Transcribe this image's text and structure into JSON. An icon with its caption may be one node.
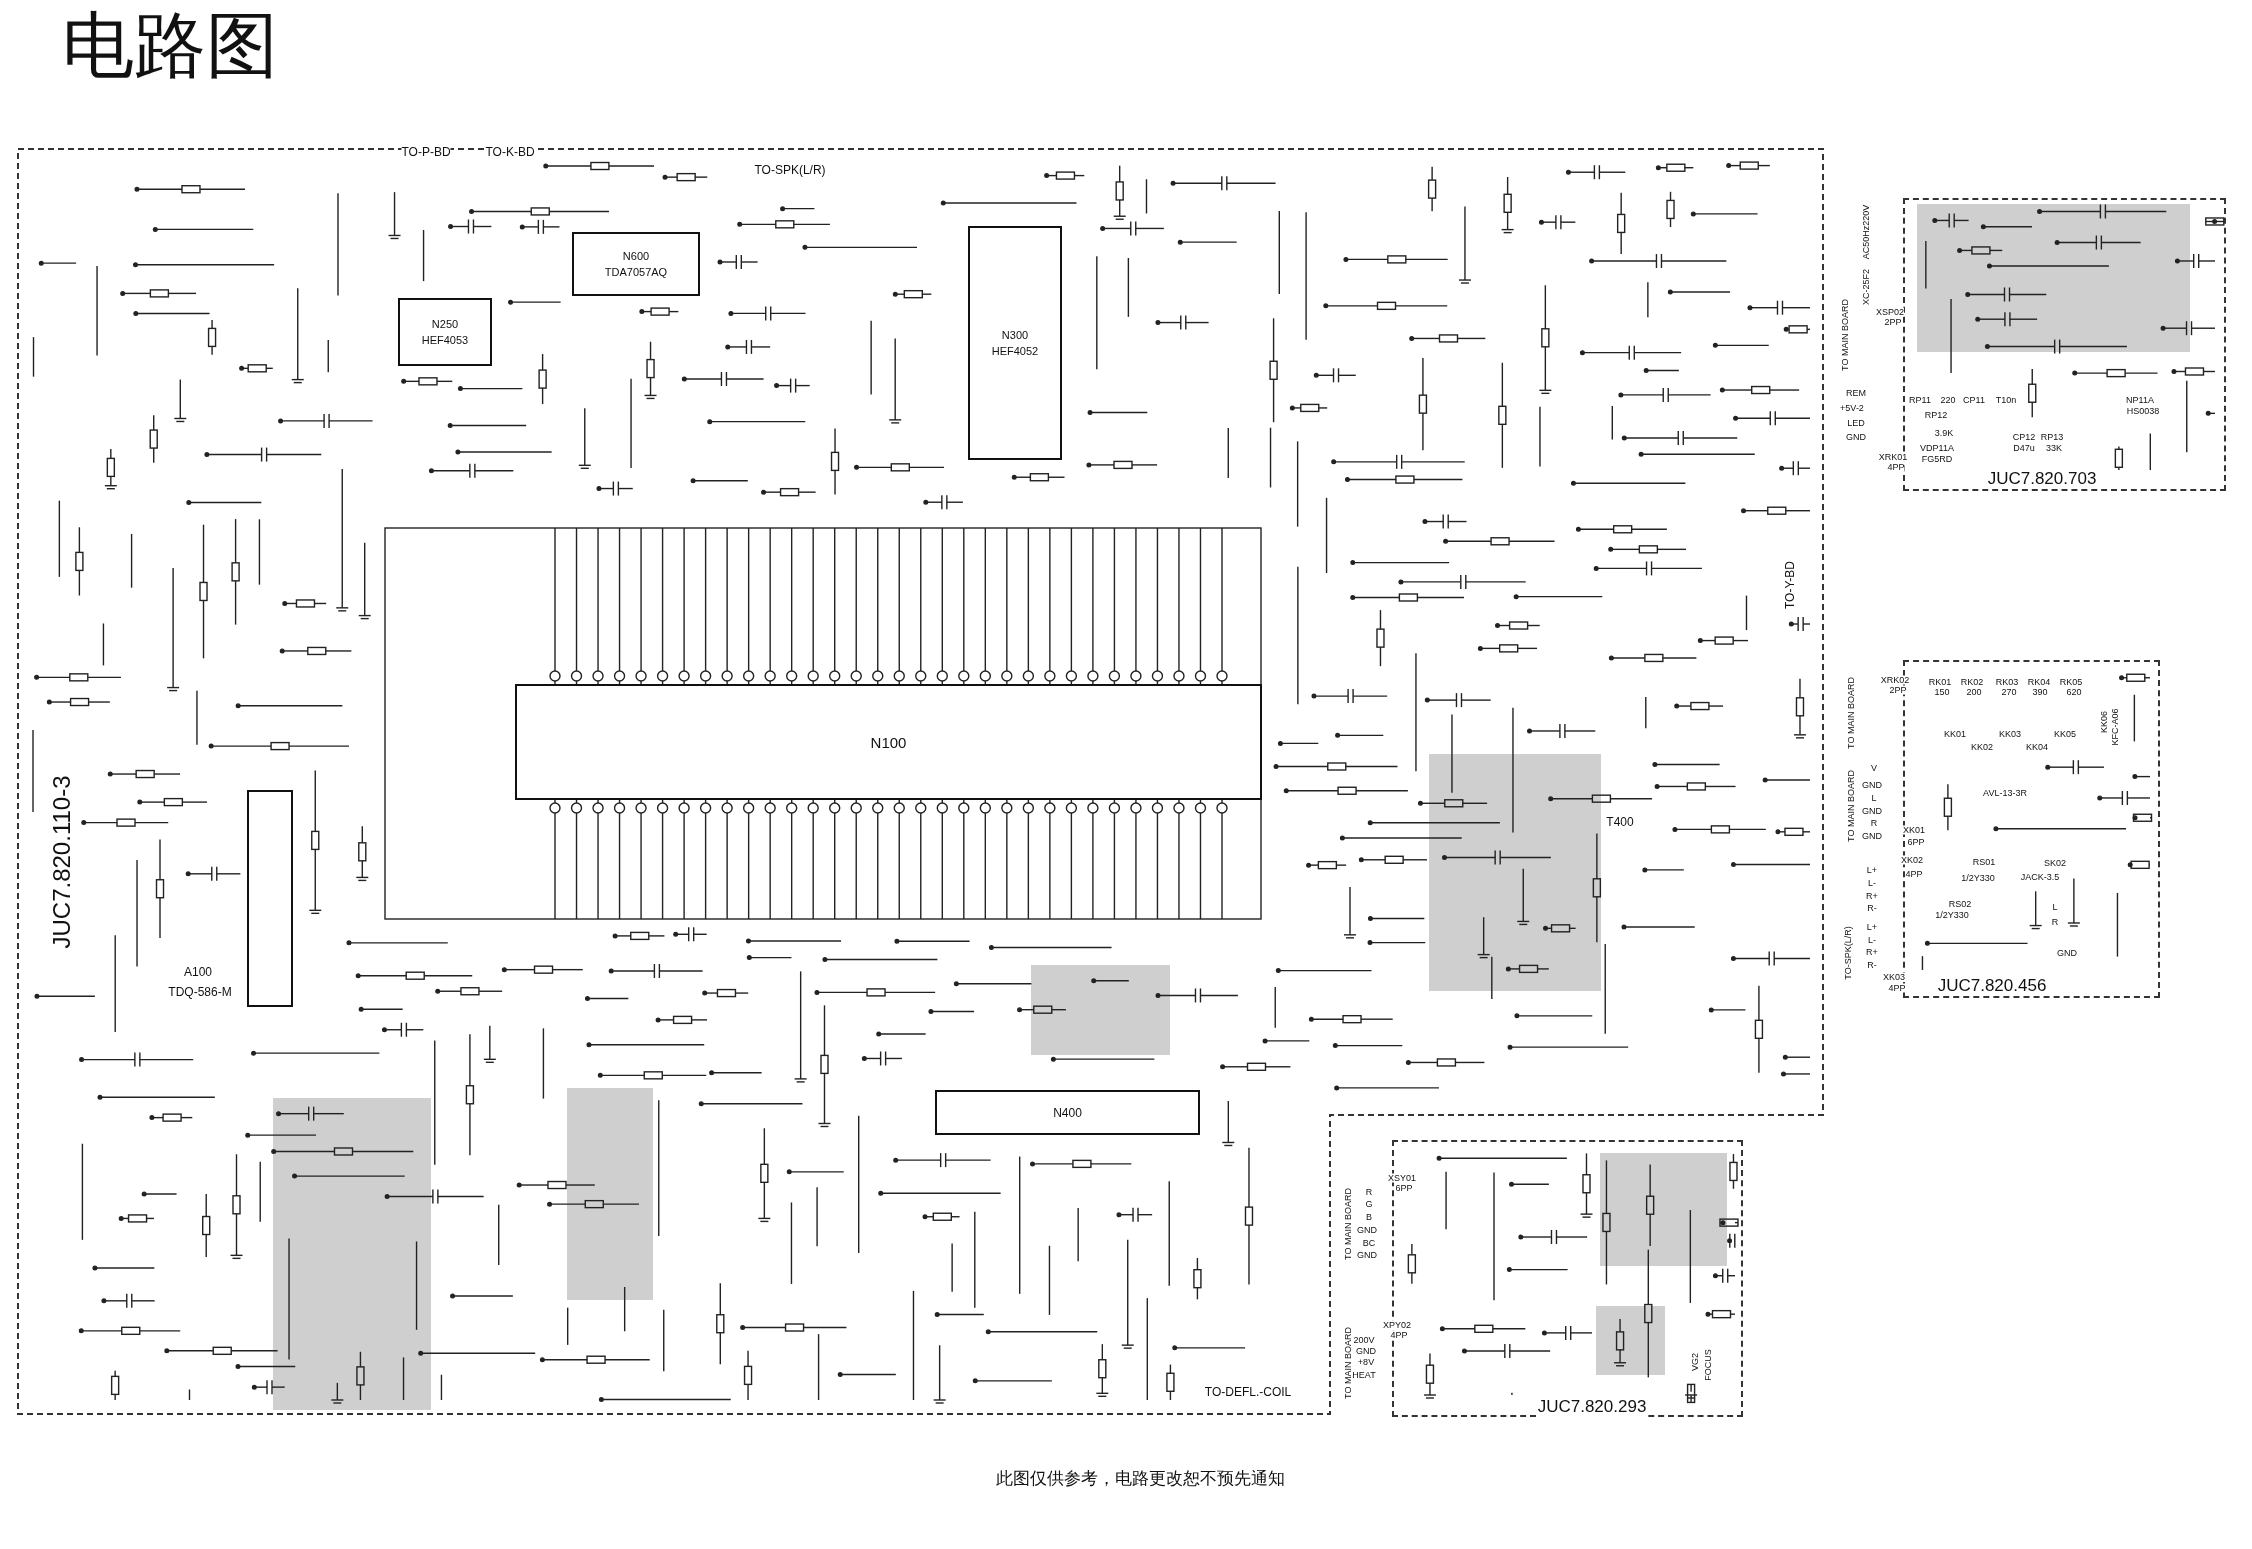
{
  "diagram": {
    "title": "电路图",
    "caption": "此图仅供参考，电路更改恕不预先通知",
    "nodes": [
      {
        "text": [
          "JUC7.820.110-3"
        ]
      },
      {
        "text": [
          "N100"
        ],
        "in": 0
      },
      {
        "text": [
          "N600",
          "TDA7057AQ"
        ],
        "in": 0
      },
      {
        "text": [
          "N250",
          "HEF4053"
        ],
        "in": 0
      },
      {
        "text": [
          "N300",
          "HEF4052"
        ],
        "in": 0
      },
      {
        "text": [],
        "shape": "box",
        "in": 0,
        "beside": [
          "A100",
          "TDQ-586-M"
        ]
      },
      {
        "text": [
          "N400"
        ],
        "in": 0
      },
      {
        "text": [
          "JUC7.820.703"
        ]
      },
      {
        "text": [
          "JUC7.820.456"
        ]
      },
      {
        "text": [
          "JUC7.820.293"
        ]
      }
    ],
    "labels": [
      "TO-P-BD",
      "TO-K-BD",
      "TO-SPK(L/R)",
      "TO-Y-BD",
      "T400",
      "TO-DEFL.-COIL",
      "AC50Hz220V",
      "XC-25F2",
      "XSP02",
      "2PP",
      "TO MAIN BOARD",
      "REM",
      "+5V-2",
      "LED",
      "GND",
      "RP11",
      "220",
      "CP11",
      "T10n",
      "RP12",
      "3.9K",
      "VDP11A",
      "FG5RD",
      "CP12",
      "RP13",
      "D47u",
      "33K",
      "NP11A",
      "HS0038",
      "XRK01",
      "4PP",
      "XRK02",
      "2PP",
      "RK01",
      "150",
      "RK02",
      "200",
      "RK03",
      "270",
      "RK04",
      "390",
      "RK05",
      "620",
      "KK01",
      "KK03",
      "KK05",
      "KK02",
      "KK04",
      "KK06",
      "KFC-A06",
      "TO MAIN BOARD",
      "TO MAIN BOARD",
      "V",
      "GND",
      "L",
      "GND",
      "R",
      "GND",
      "AVL-13-3R",
      "XK01",
      "6PP",
      "XK02",
      "4PP",
      "L+",
      "L-",
      "R+",
      "R-",
      "L+",
      "L-",
      "R+",
      "R-",
      "RS01",
      "1/2Y330",
      "RS02",
      "1/2Y330",
      "SK02",
      "JACK-3.5",
      "L",
      "R",
      "GND",
      "TO-SPK(L/R)",
      "XK03",
      "4PP",
      "TO MAIN BOARD",
      "TO MAIN BOARD",
      "XSY01",
      "6PP",
      "R",
      "G",
      "B",
      "GND",
      "BC",
      "GND",
      "XPY02",
      "4PP",
      "200V",
      "GND",
      "+8V",
      "HEAT",
      "VG2",
      "FOCUS"
    ]
  }
}
